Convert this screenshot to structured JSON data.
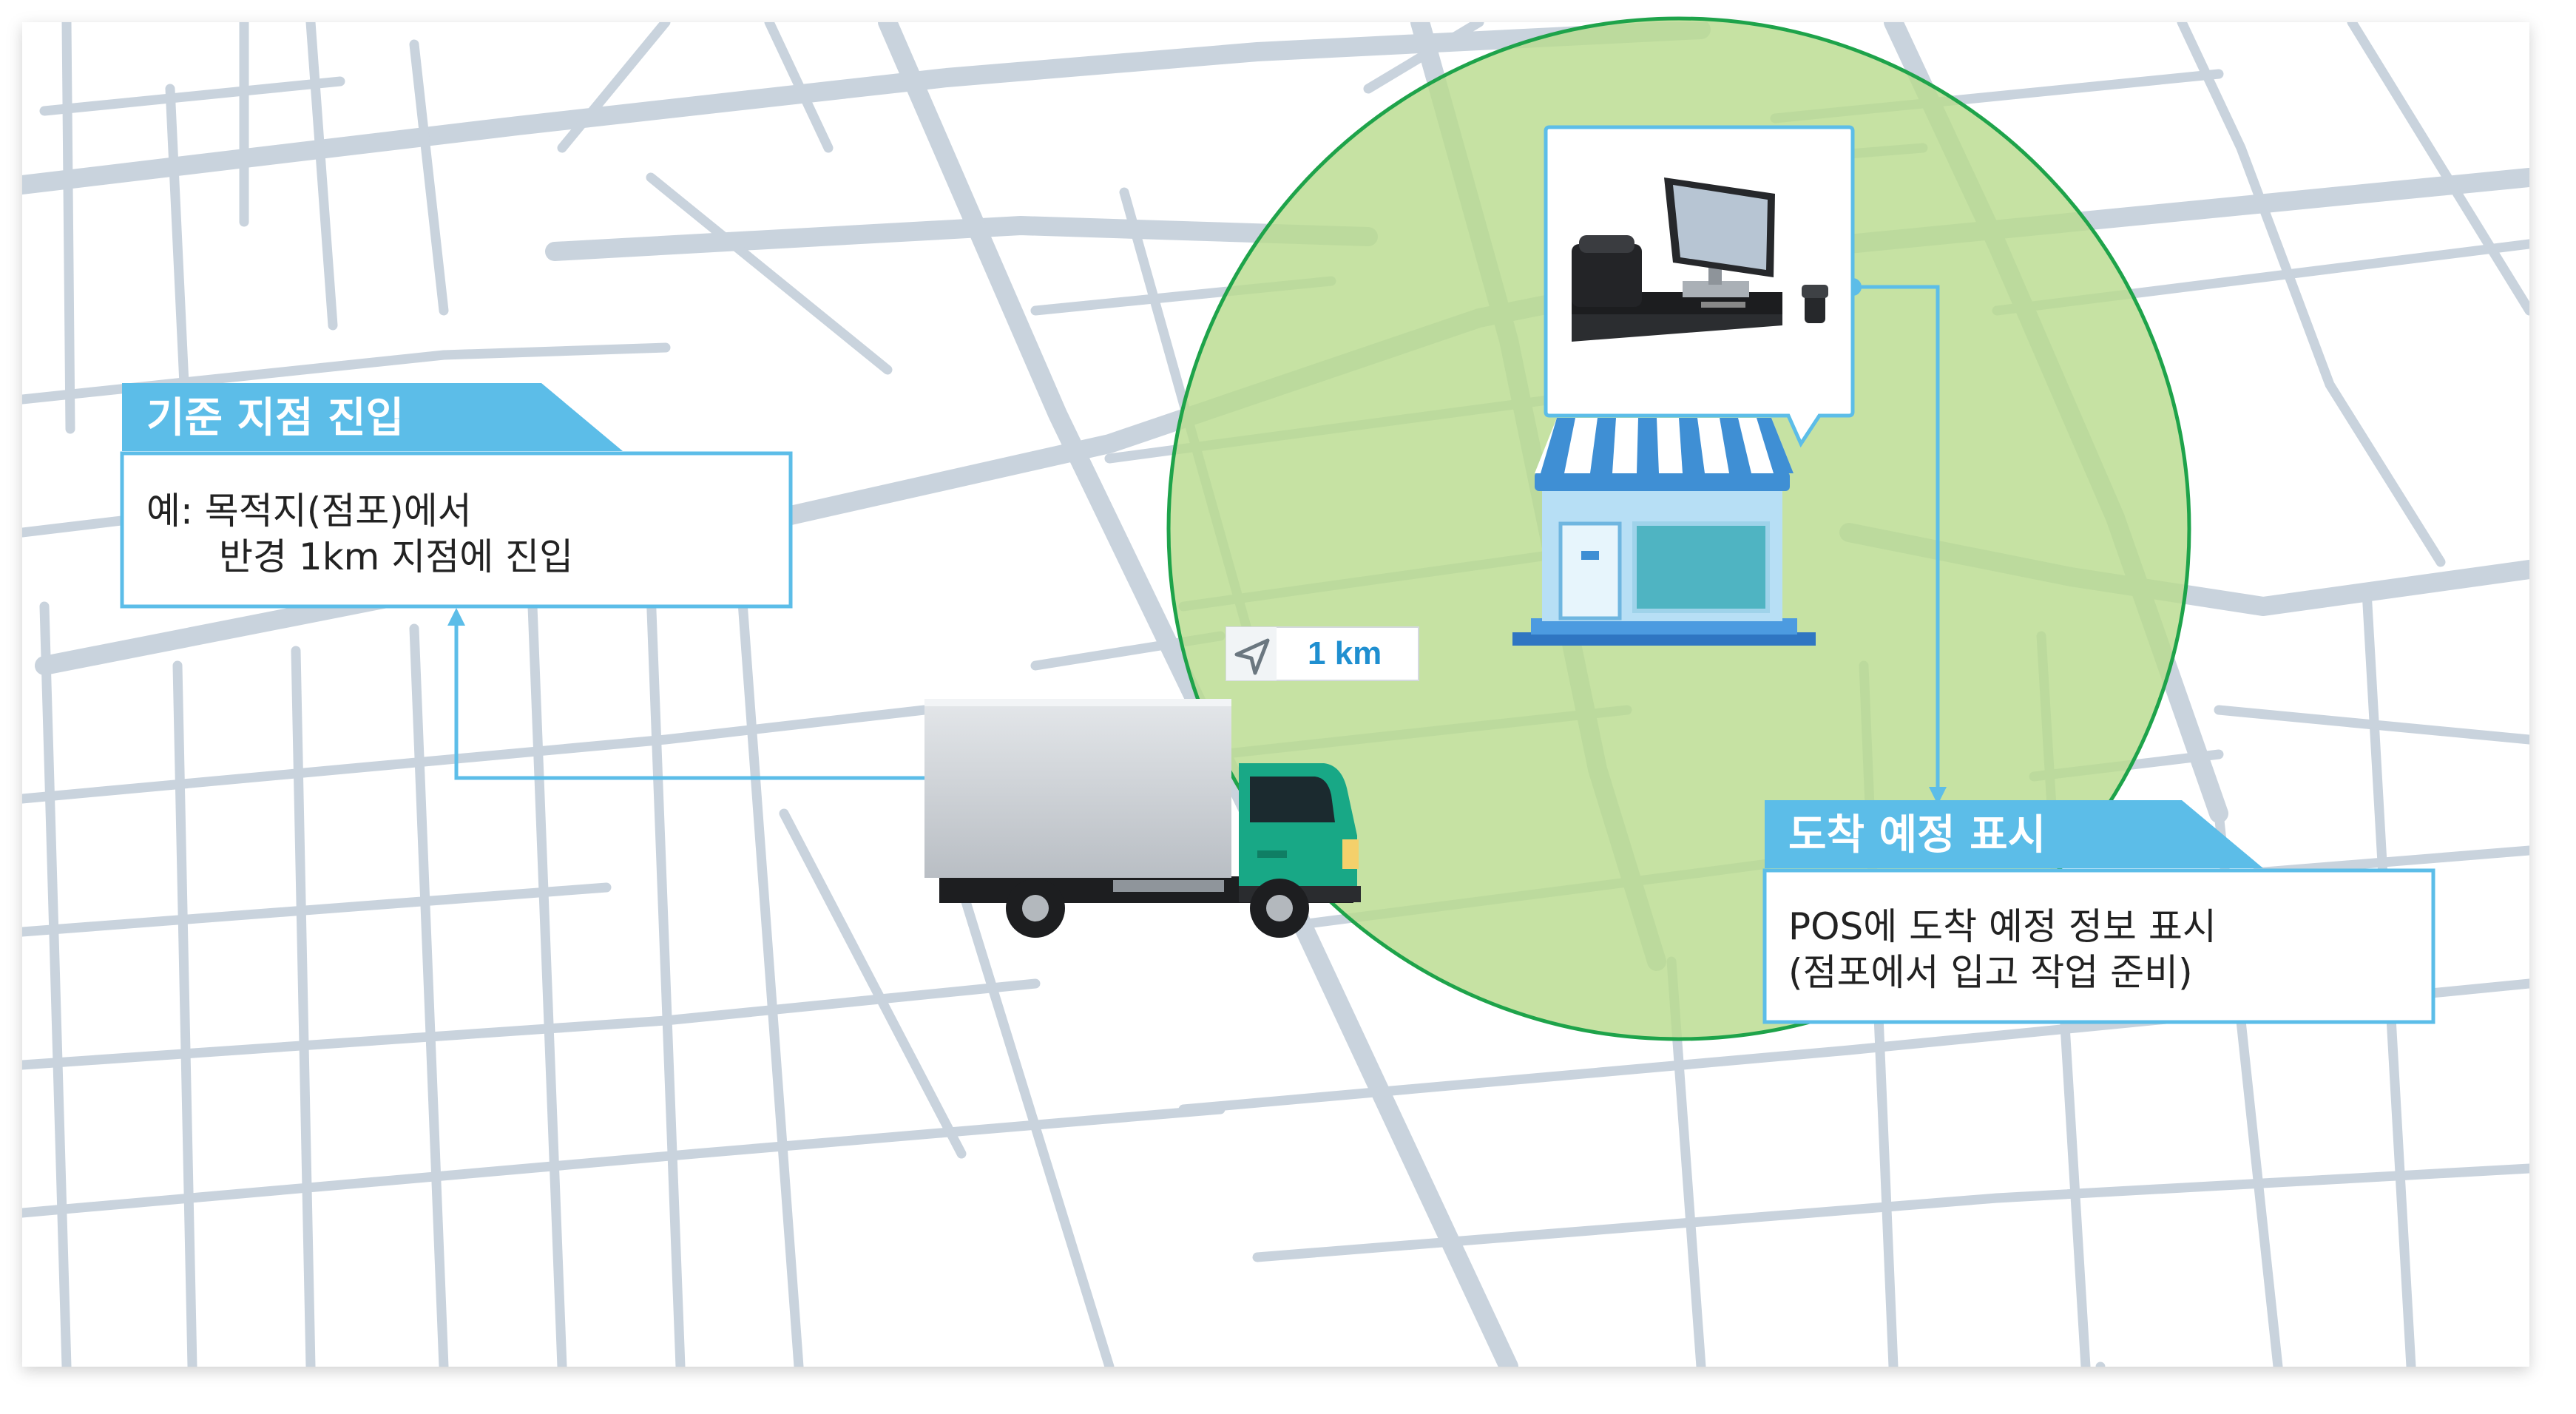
{
  "callouts": {
    "entry": {
      "title": "기준 지점 진입",
      "line1": "예: 목적지(점포)에서",
      "line2": "반경 1km 지점에 진입"
    },
    "arrival": {
      "title": "도착 예정 표시",
      "line1": "POS에 도착 예정 정보 표시",
      "line2": "(점포에서 입고 작업 준비)"
    }
  },
  "radius_badge": {
    "label": "1 km",
    "icon": "navigation-arrow-icon"
  },
  "colors": {
    "accent_blue": "#5cbde8",
    "geofence_fill": "#b9dc8f",
    "geofence_stroke": "#1ea34a",
    "road": "#c9d3dd",
    "truck_cab": "#18a886",
    "store_awning": "#3f8fd4",
    "connector": "#5cbde8"
  },
  "icons": [
    "truck-icon",
    "store-icon",
    "pos-terminal-icon",
    "navigation-arrow-icon"
  ]
}
